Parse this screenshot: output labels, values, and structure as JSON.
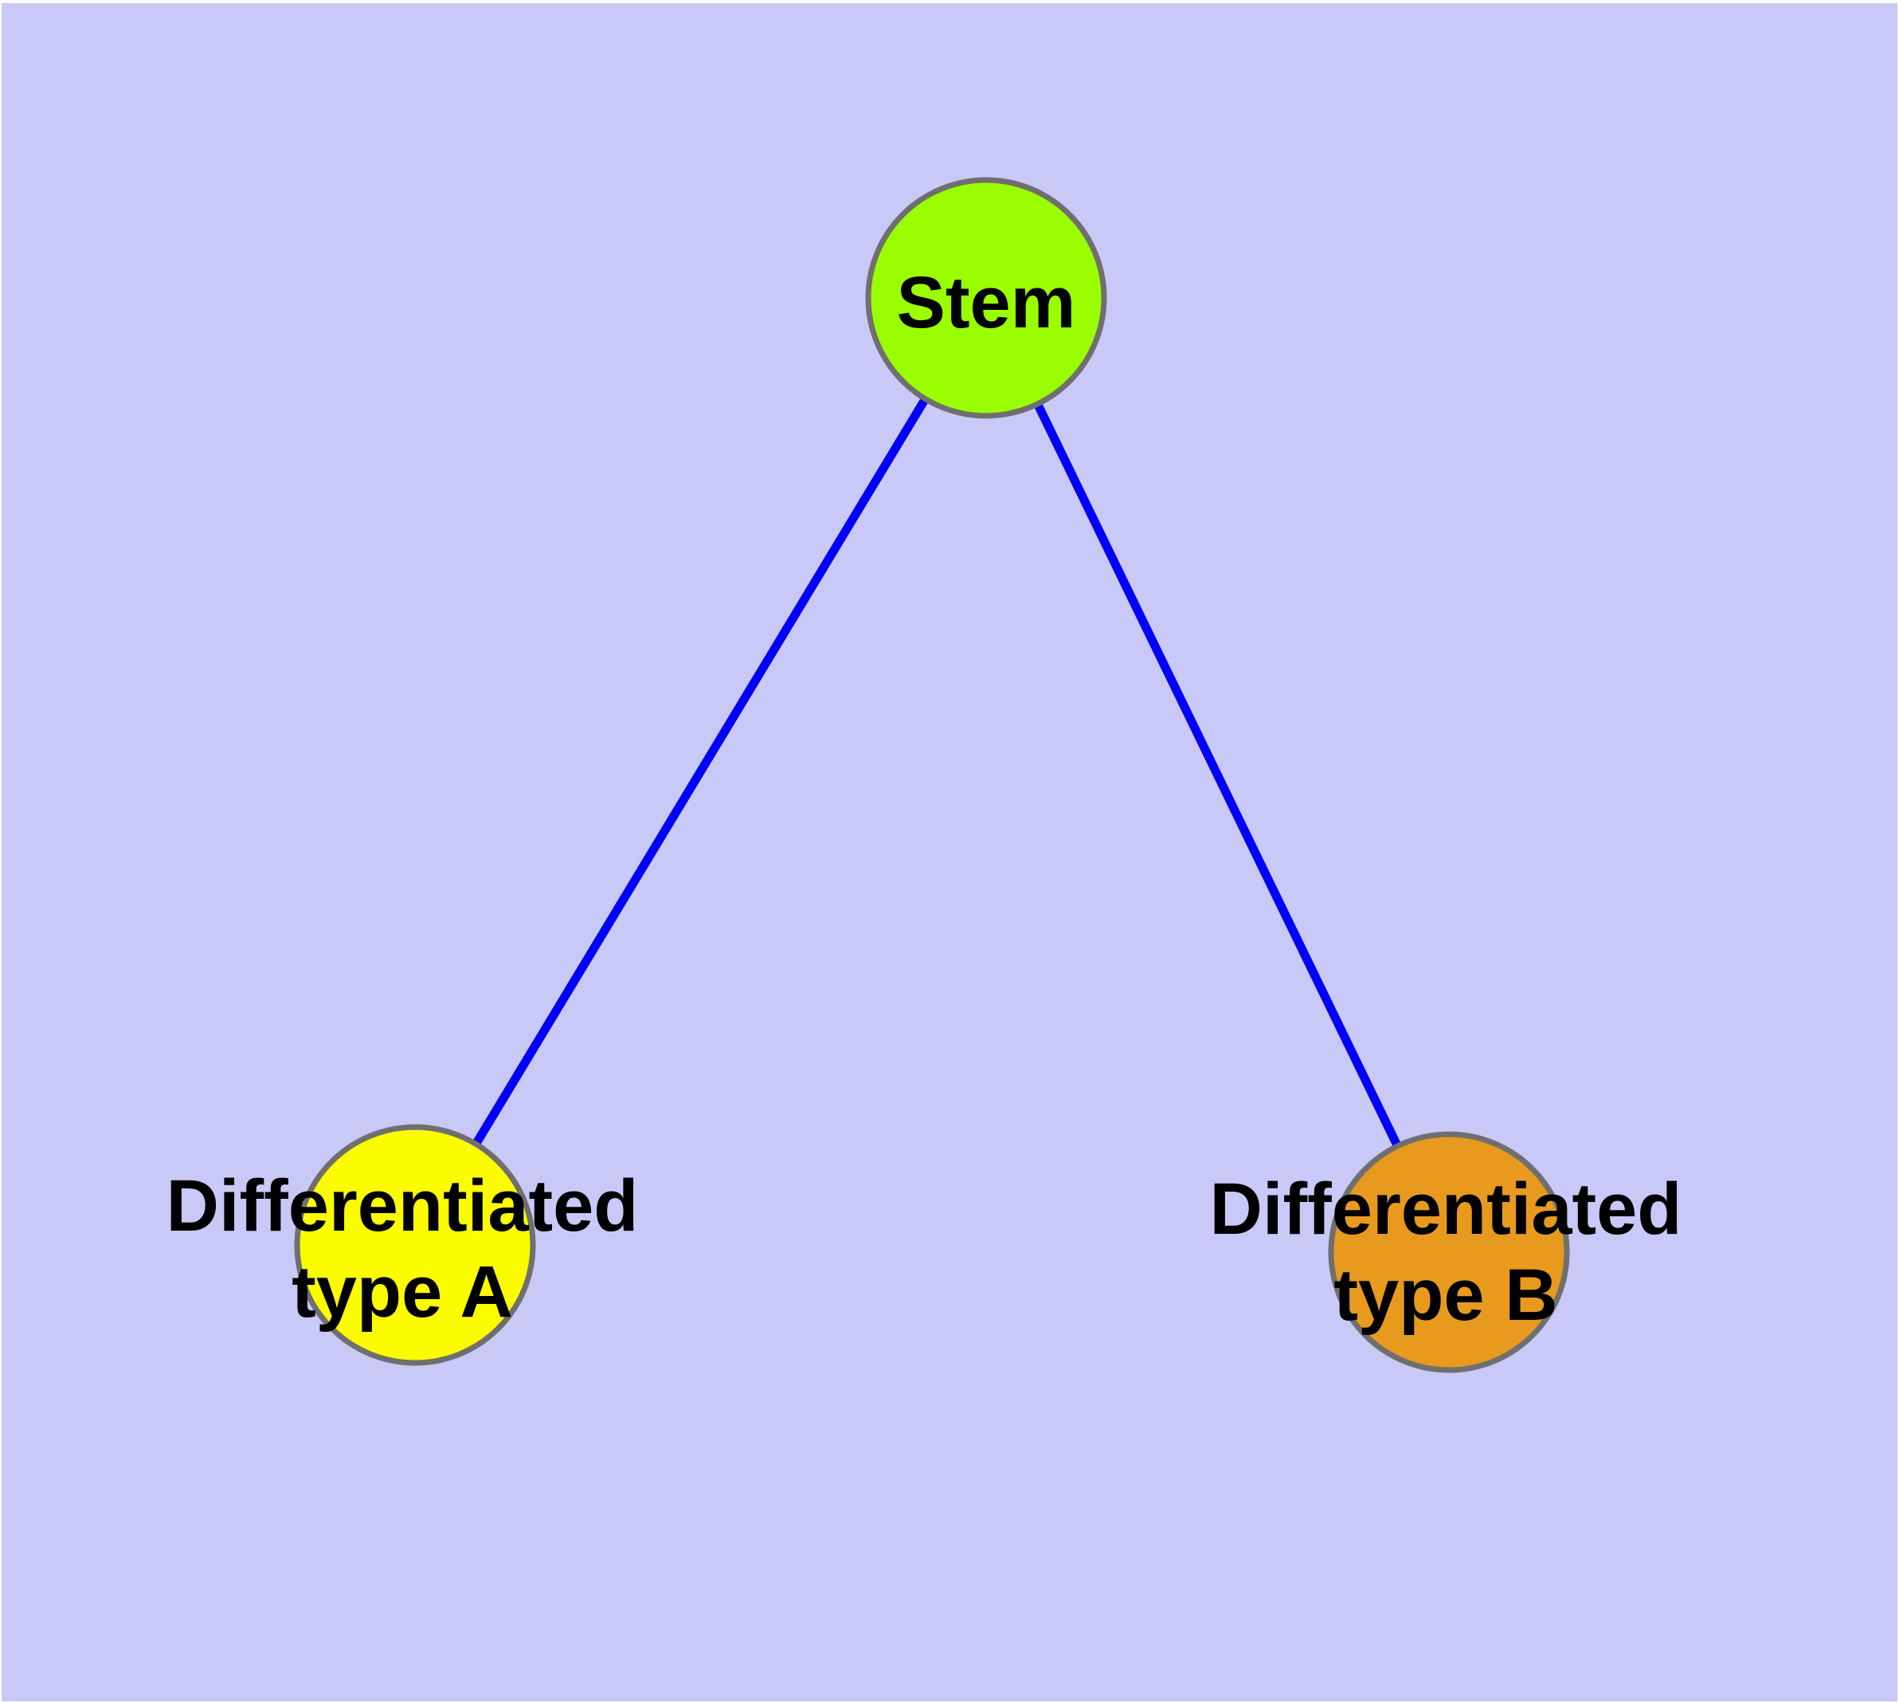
{
  "diagram": {
    "type": "node-link-graph",
    "description": "Cell differentiation diagram: a Stem node connected to two differentiated cell type nodes",
    "colors": {
      "background": "#c9c9f8",
      "edge": "#0000f8",
      "node_border": "#6f6f6f",
      "label_text": "#000000"
    },
    "nodes": {
      "stem": {
        "label": "Stem",
        "lines": [
          "Stem"
        ],
        "color": "#9afd00"
      },
      "type_a": {
        "label": "Differentiated type A",
        "lines": [
          "Differentiated",
          "type A"
        ],
        "color": "#fcfc00"
      },
      "type_b": {
        "label": "Differentiated type B",
        "lines": [
          "Differentiated",
          "type B"
        ],
        "color": "#e89a1f"
      }
    },
    "edges": [
      {
        "from": "Stem",
        "to": "Differentiated type A"
      },
      {
        "from": "Stem",
        "to": "Differentiated type B"
      }
    ]
  }
}
